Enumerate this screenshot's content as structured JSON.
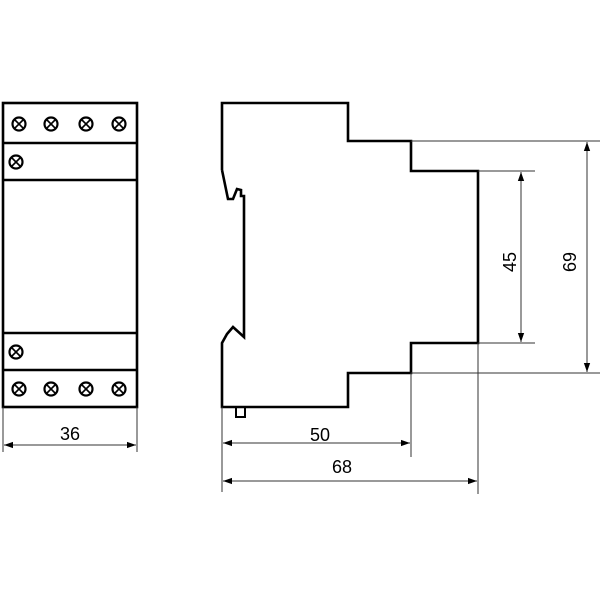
{
  "drawing": {
    "type": "technical dimension drawing",
    "subject": "DIN-rail modular device",
    "views": [
      {
        "name": "front-view",
        "top_terminals": 4,
        "upper_single_terminals": 1,
        "lower_single_terminals": 1,
        "bottom_terminals": 4
      },
      {
        "name": "side-view"
      }
    ],
    "stroke_color": "#000000",
    "background_color": "#ffffff"
  },
  "dimensions": {
    "width": "36",
    "depth_front": "50",
    "depth_total": "68",
    "front_height": "45",
    "total_height": "69"
  }
}
